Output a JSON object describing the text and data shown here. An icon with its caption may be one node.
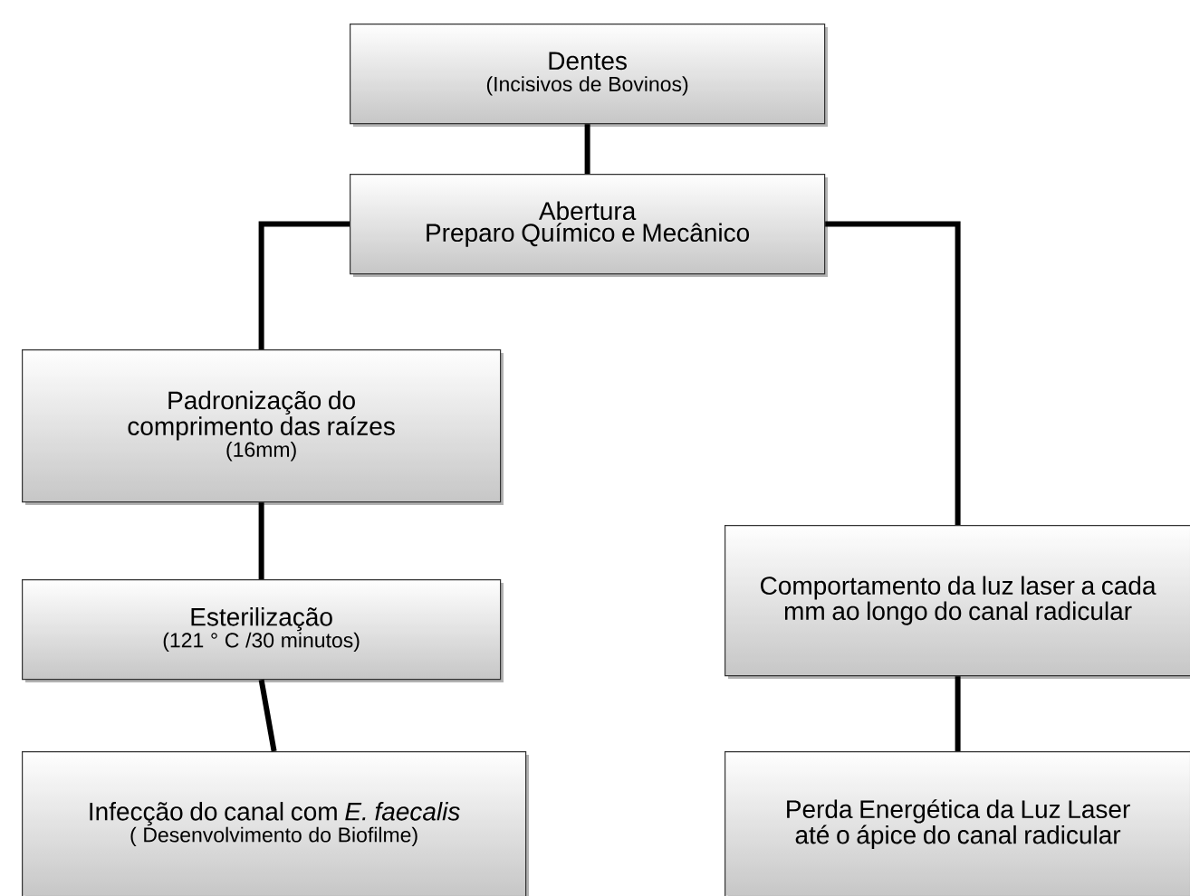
{
  "diagram": {
    "nodes": [
      {
        "text": [
          "Dentes",
          "(Incisivos de Bovinos)"
        ]
      },
      {
        "text": [
          "Abertura",
          "Preparo Químico e Mecânico"
        ]
      },
      {
        "text": [
          "Padronização do comprimento das raízes",
          "(16mm)"
        ]
      },
      {
        "text": [
          "Esterilização",
          "(121 ° C /30 minutos)"
        ]
      },
      {
        "text": [
          "Infecção do canal com *E. faecalis*",
          "( Desenvolvimento do Biofilme)"
        ]
      },
      {
        "text": [
          "Comportamento da luz laser a cada mm ao longo do canal radicular"
        ]
      },
      {
        "text": [
          "Perda Energética da Luz Laser até o ápice do canal radicular"
        ]
      }
    ],
    "edges": [
      {
        "from": 0,
        "to": 1,
        "arrow": "none"
      },
      {
        "from": 1,
        "to": 2,
        "arrow": "none"
      },
      {
        "from": 1,
        "to": 5,
        "arrow": "none"
      },
      {
        "from": 2,
        "to": 3,
        "arrow": "none"
      },
      {
        "from": 3,
        "to": 4,
        "arrow": "none"
      },
      {
        "from": 5,
        "to": 6,
        "arrow": "none"
      }
    ]
  }
}
